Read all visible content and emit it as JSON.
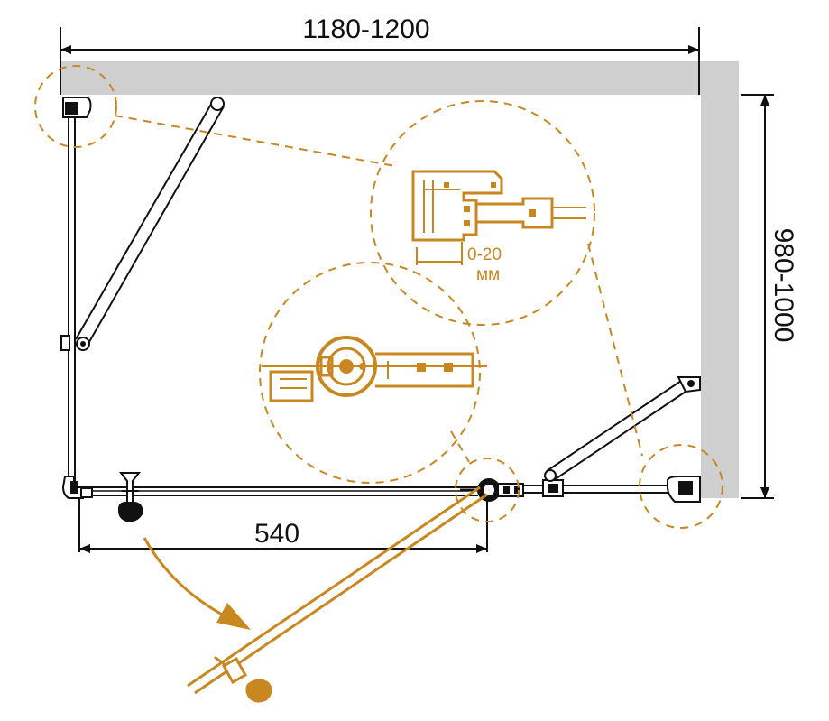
{
  "dimensions": {
    "width": "1180-1200",
    "depth": "980-1000",
    "door": "540"
  },
  "detail": {
    "gap_value": "0-20",
    "gap_unit": "мм"
  },
  "colors": {
    "accent": "#c9871f",
    "line": "#111111",
    "wall": "#cfcfcf"
  }
}
